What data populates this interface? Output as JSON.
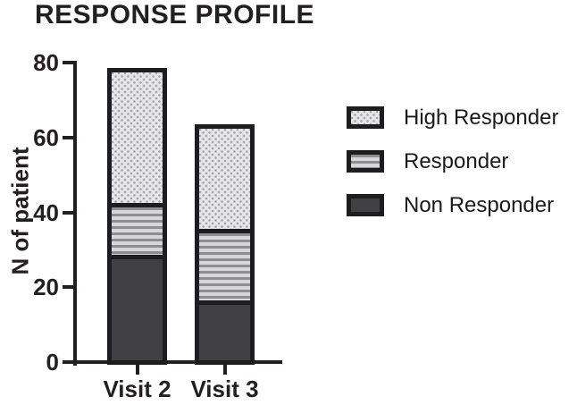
{
  "chart_data": {
    "type": "bar",
    "stacked": true,
    "title": "RESPONSE PROFILE",
    "xlabel": "",
    "ylabel": "N of patient",
    "categories": [
      "Visit 2",
      "Visit 3"
    ],
    "series": [
      {
        "name": "Non Responder",
        "fill": "solid",
        "values": [
          28,
          16
        ]
      },
      {
        "name": "Responder",
        "fill": "hlines",
        "values": [
          14,
          19
        ]
      },
      {
        "name": "High Responder",
        "fill": "dots",
        "values": [
          36,
          28
        ]
      }
    ],
    "totals": [
      78,
      63
    ],
    "ylim": [
      0,
      80
    ],
    "yticks": [
      0,
      20,
      40,
      60,
      80
    ],
    "grid": false,
    "legend_position": "right",
    "legend_order": [
      "High Responder",
      "Responder",
      "Non Responder"
    ]
  },
  "colors": {
    "text": "#231f20",
    "axis": "#231f20",
    "bar_border": "#1d1d1f",
    "non_responder_fill": "#414143",
    "responder_stripe": "#8e8e90",
    "responder_bg": "#d7d7d9",
    "high_responder_dot": "#a6a6a8",
    "high_responder_bg": "#e5e5e7",
    "background": "#ffffff"
  }
}
